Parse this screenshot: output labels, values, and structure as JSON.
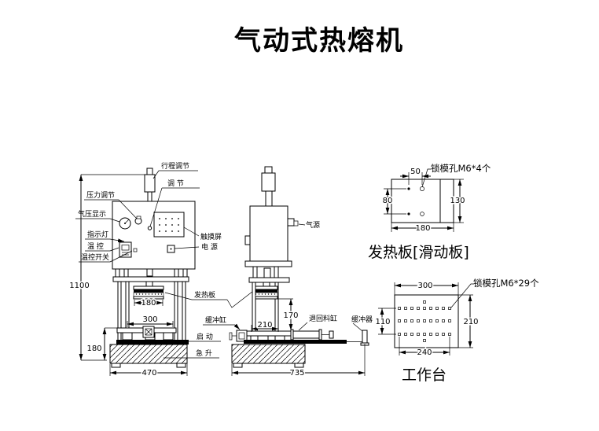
{
  "title": "气动式热熔机",
  "front_view": {
    "callouts": {
      "stroke_adjust": "行程调节",
      "adjust": "调 节",
      "pressure_adjust": "压力调节",
      "pressure_display": "气压显示",
      "indicator_light": "指示灯",
      "temp_control": "温 控",
      "temp_control_switch": "温控开关",
      "touch_screen": "触摸屏",
      "power": "电 源",
      "start": "启 动",
      "rapid_rise": "急 升",
      "heating_plate": "发热板",
      "buffer_cylinder": "缓冲缸"
    },
    "dims": {
      "total_height": "1100",
      "heating_plate_width": "180",
      "slide_width": "300",
      "base_height": "180",
      "base_width": "470"
    }
  },
  "side_view": {
    "callouts": {
      "air_source": "气源",
      "return_cylinder": "退回料缸",
      "buffer": "缓冲器"
    },
    "dims": {
      "plate_gap": "170",
      "slide_depth": "210",
      "total_depth": "735"
    }
  },
  "heating_plate_detail": {
    "callout": "锁模孔M6*4个",
    "caption": "发热板[滑动板]",
    "dims": {
      "hole_spacing_x": "50",
      "hole_spacing_y": "80",
      "height": "130",
      "width": "180"
    }
  },
  "worktable_detail": {
    "callout": "锁模孔M6*29个",
    "caption": "工作台",
    "dims": {
      "width": "300",
      "row_spacing": "110",
      "height": "210",
      "hole_span": "240"
    }
  }
}
